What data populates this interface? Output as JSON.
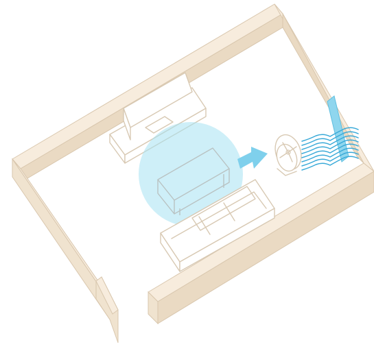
{
  "scene": {
    "type": "isometric-room-illustration",
    "elements": [
      "walls",
      "tv-stand",
      "television",
      "coffee-table",
      "sofa",
      "cooling-zone",
      "airflow-arrow",
      "fan",
      "window",
      "incoming-air-lines"
    ]
  },
  "colors": {
    "wall_top": "#f7ecdd",
    "wall_side": "#eadac3",
    "furniture_outline": "#d8c9b3",
    "cool_zone": "#a5e1f2",
    "arrow": "#7fd0ec",
    "window": "#8fd6ee",
    "wind": "#38a9d8"
  },
  "icons": {
    "fan": "fan-icon",
    "arrow": "arrow-right-icon",
    "window": "window-icon"
  }
}
